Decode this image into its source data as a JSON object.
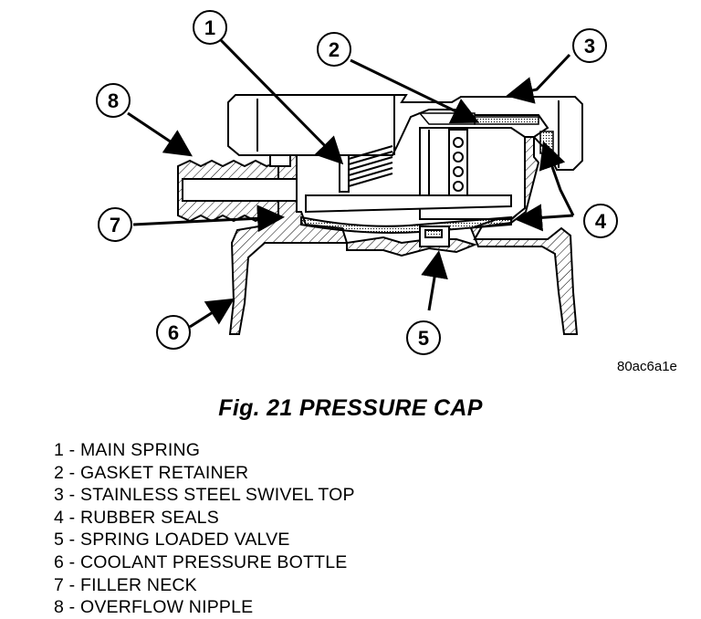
{
  "figure_code": "80ac6a1e",
  "caption": "Fig. 21 PRESSURE CAP",
  "callouts": [
    "1",
    "2",
    "3",
    "4",
    "5",
    "6",
    "7",
    "8"
  ],
  "legend": [
    {
      "num": "1",
      "sep": " - ",
      "text": "MAIN SPRING"
    },
    {
      "num": "2",
      "sep": " - ",
      "text": "GASKET RETAINER"
    },
    {
      "num": "3",
      "sep": " - ",
      "text": "STAINLESS STEEL SWIVEL TOP"
    },
    {
      "num": "4",
      "sep": " - ",
      "text": "RUBBER SEALS"
    },
    {
      "num": "5",
      "sep": " - ",
      "text": "SPRING LOADED VALVE"
    },
    {
      "num": "6",
      "sep": " - ",
      "text": "COOLANT PRESSURE BOTTLE"
    },
    {
      "num": "7",
      "sep": " - ",
      "text": "FILLER NECK"
    },
    {
      "num": "8",
      "sep": " - ",
      "text": "OVERFLOW NIPPLE"
    }
  ]
}
